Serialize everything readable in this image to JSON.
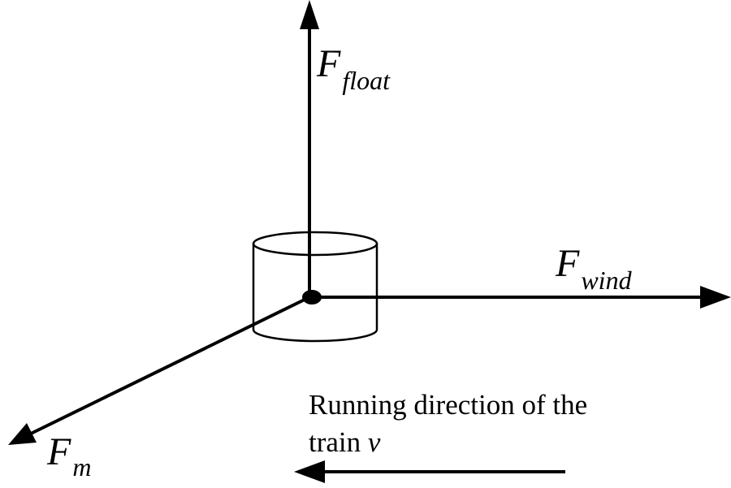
{
  "forces": {
    "float": {
      "symbol": "F",
      "subscript": "float"
    },
    "wind": {
      "symbol": "F",
      "subscript": "wind"
    },
    "magnetic": {
      "symbol": "F",
      "subscript": "m"
    }
  },
  "caption": {
    "line1": "Running direction of the",
    "line2_text": "train ",
    "line2_var": "v"
  },
  "colors": {
    "stroke": "#000000",
    "background": "#ffffff"
  }
}
